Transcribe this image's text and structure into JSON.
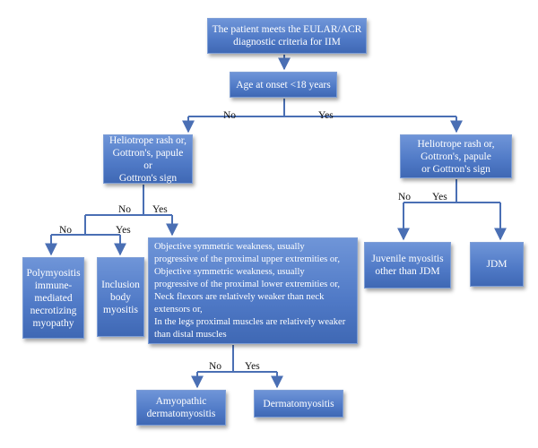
{
  "nodes": {
    "root": "The patient meets the EULAR/ACR\ndiagnostic criteria for IIM",
    "age": "Age at onset <18 years",
    "helio_left": "Heliotrope rash or,\nGottron's, papule or\nGottron's sign",
    "helio_right": "Heliotrope rash or,\nGottron's, papule\nor Gottron's sign",
    "polymyositis": "Polymyositis\nimmune-\nmediated\nnecrotizing\nmyopathy",
    "inclusion": "Inclusion\nbody\nmyositis",
    "weakness": "Objective symmetric weakness, usually\nprogressive of the proximal upper extremities or,\nObjective symmetric weakness, usually\nprogressive of the proximal lower extremities or,\nNeck flexors are relatively weaker than neck\nextensors or,\nIn the legs proximal muscles are relatively weaker\nthan distal muscles",
    "juvenile": "Juvenile myositis\nother than JDM",
    "jdm": "JDM",
    "amyopathic": "Amyopathic\ndermatomyositis",
    "dermatomyositis": "Dermatomyositis"
  },
  "labels": {
    "age_no": "No",
    "age_yes": "Yes",
    "helio_left_no": "No",
    "helio_left_yes": "Yes",
    "helio_right_no": "No",
    "helio_right_yes": "Yes",
    "mid_no": "No",
    "mid_yes": "Yes",
    "weak_no": "No",
    "weak_yes": "Yes"
  },
  "colors": {
    "node_fill": "#4f79c6",
    "line": "#4a6fb4",
    "text": "#ffffff"
  }
}
